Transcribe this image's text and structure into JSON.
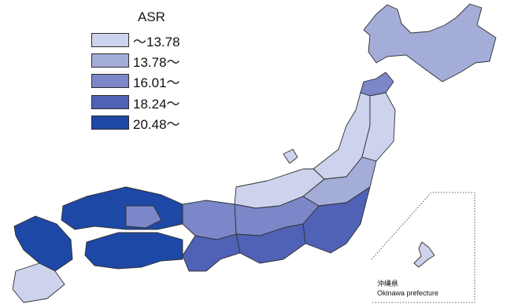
{
  "legend": {
    "title": "ASR",
    "bins": [
      {
        "label": "～13.78",
        "color": "#cdd3ec"
      },
      {
        "label": "13.78～",
        "color": "#a4acd8"
      },
      {
        "label": "16.01～",
        "color": "#7b87c8"
      },
      {
        "label": "18.24～",
        "color": "#4f62b6"
      },
      {
        "label": "20.48～",
        "color": "#1e48a6"
      }
    ]
  },
  "inset": {
    "label_jp": "沖縄県",
    "label_en": "Okinawa prefecture"
  },
  "regions": [
    {
      "name": "hokkaido",
      "bin": 1
    },
    {
      "name": "aomori",
      "bin": 2
    },
    {
      "name": "tohoku-west",
      "bin": 0
    },
    {
      "name": "tohoku-east",
      "bin": 0
    },
    {
      "name": "kanto-north",
      "bin": 1
    },
    {
      "name": "kanto-east",
      "bin": 3
    },
    {
      "name": "chubu",
      "bin": 0
    },
    {
      "name": "chubu-south",
      "bin": 2
    },
    {
      "name": "tokai",
      "bin": 3
    },
    {
      "name": "kinki",
      "bin": 2
    },
    {
      "name": "kinki-south",
      "bin": 3
    },
    {
      "name": "chugoku",
      "bin": 4
    },
    {
      "name": "chugoku-inner",
      "bin": 2
    },
    {
      "name": "shikoku",
      "bin": 4
    },
    {
      "name": "kyushu-north",
      "bin": 4
    },
    {
      "name": "kyushu-south",
      "bin": 0
    },
    {
      "name": "okinawa",
      "bin": 0
    }
  ]
}
